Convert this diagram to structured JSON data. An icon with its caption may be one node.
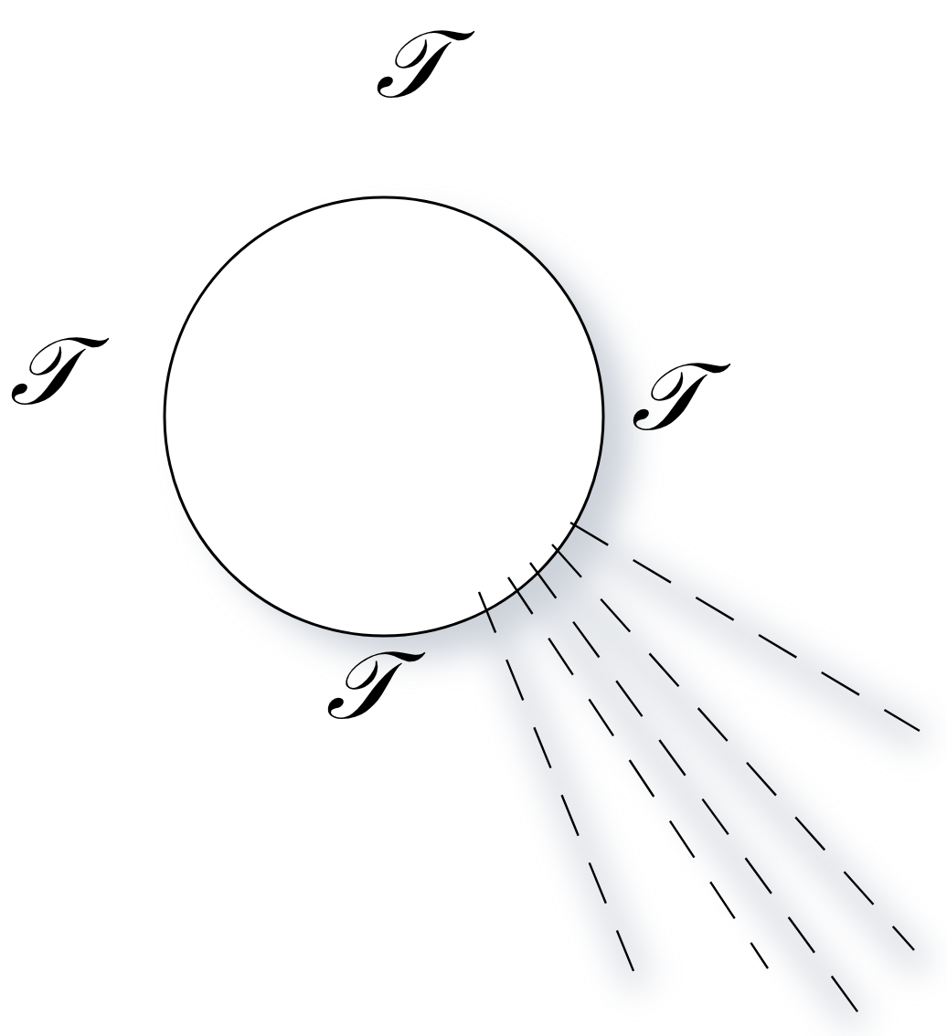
{
  "diagram": {
    "labels": [
      "𝒯",
      "𝒯",
      "𝒯",
      "𝒯"
    ]
  }
}
